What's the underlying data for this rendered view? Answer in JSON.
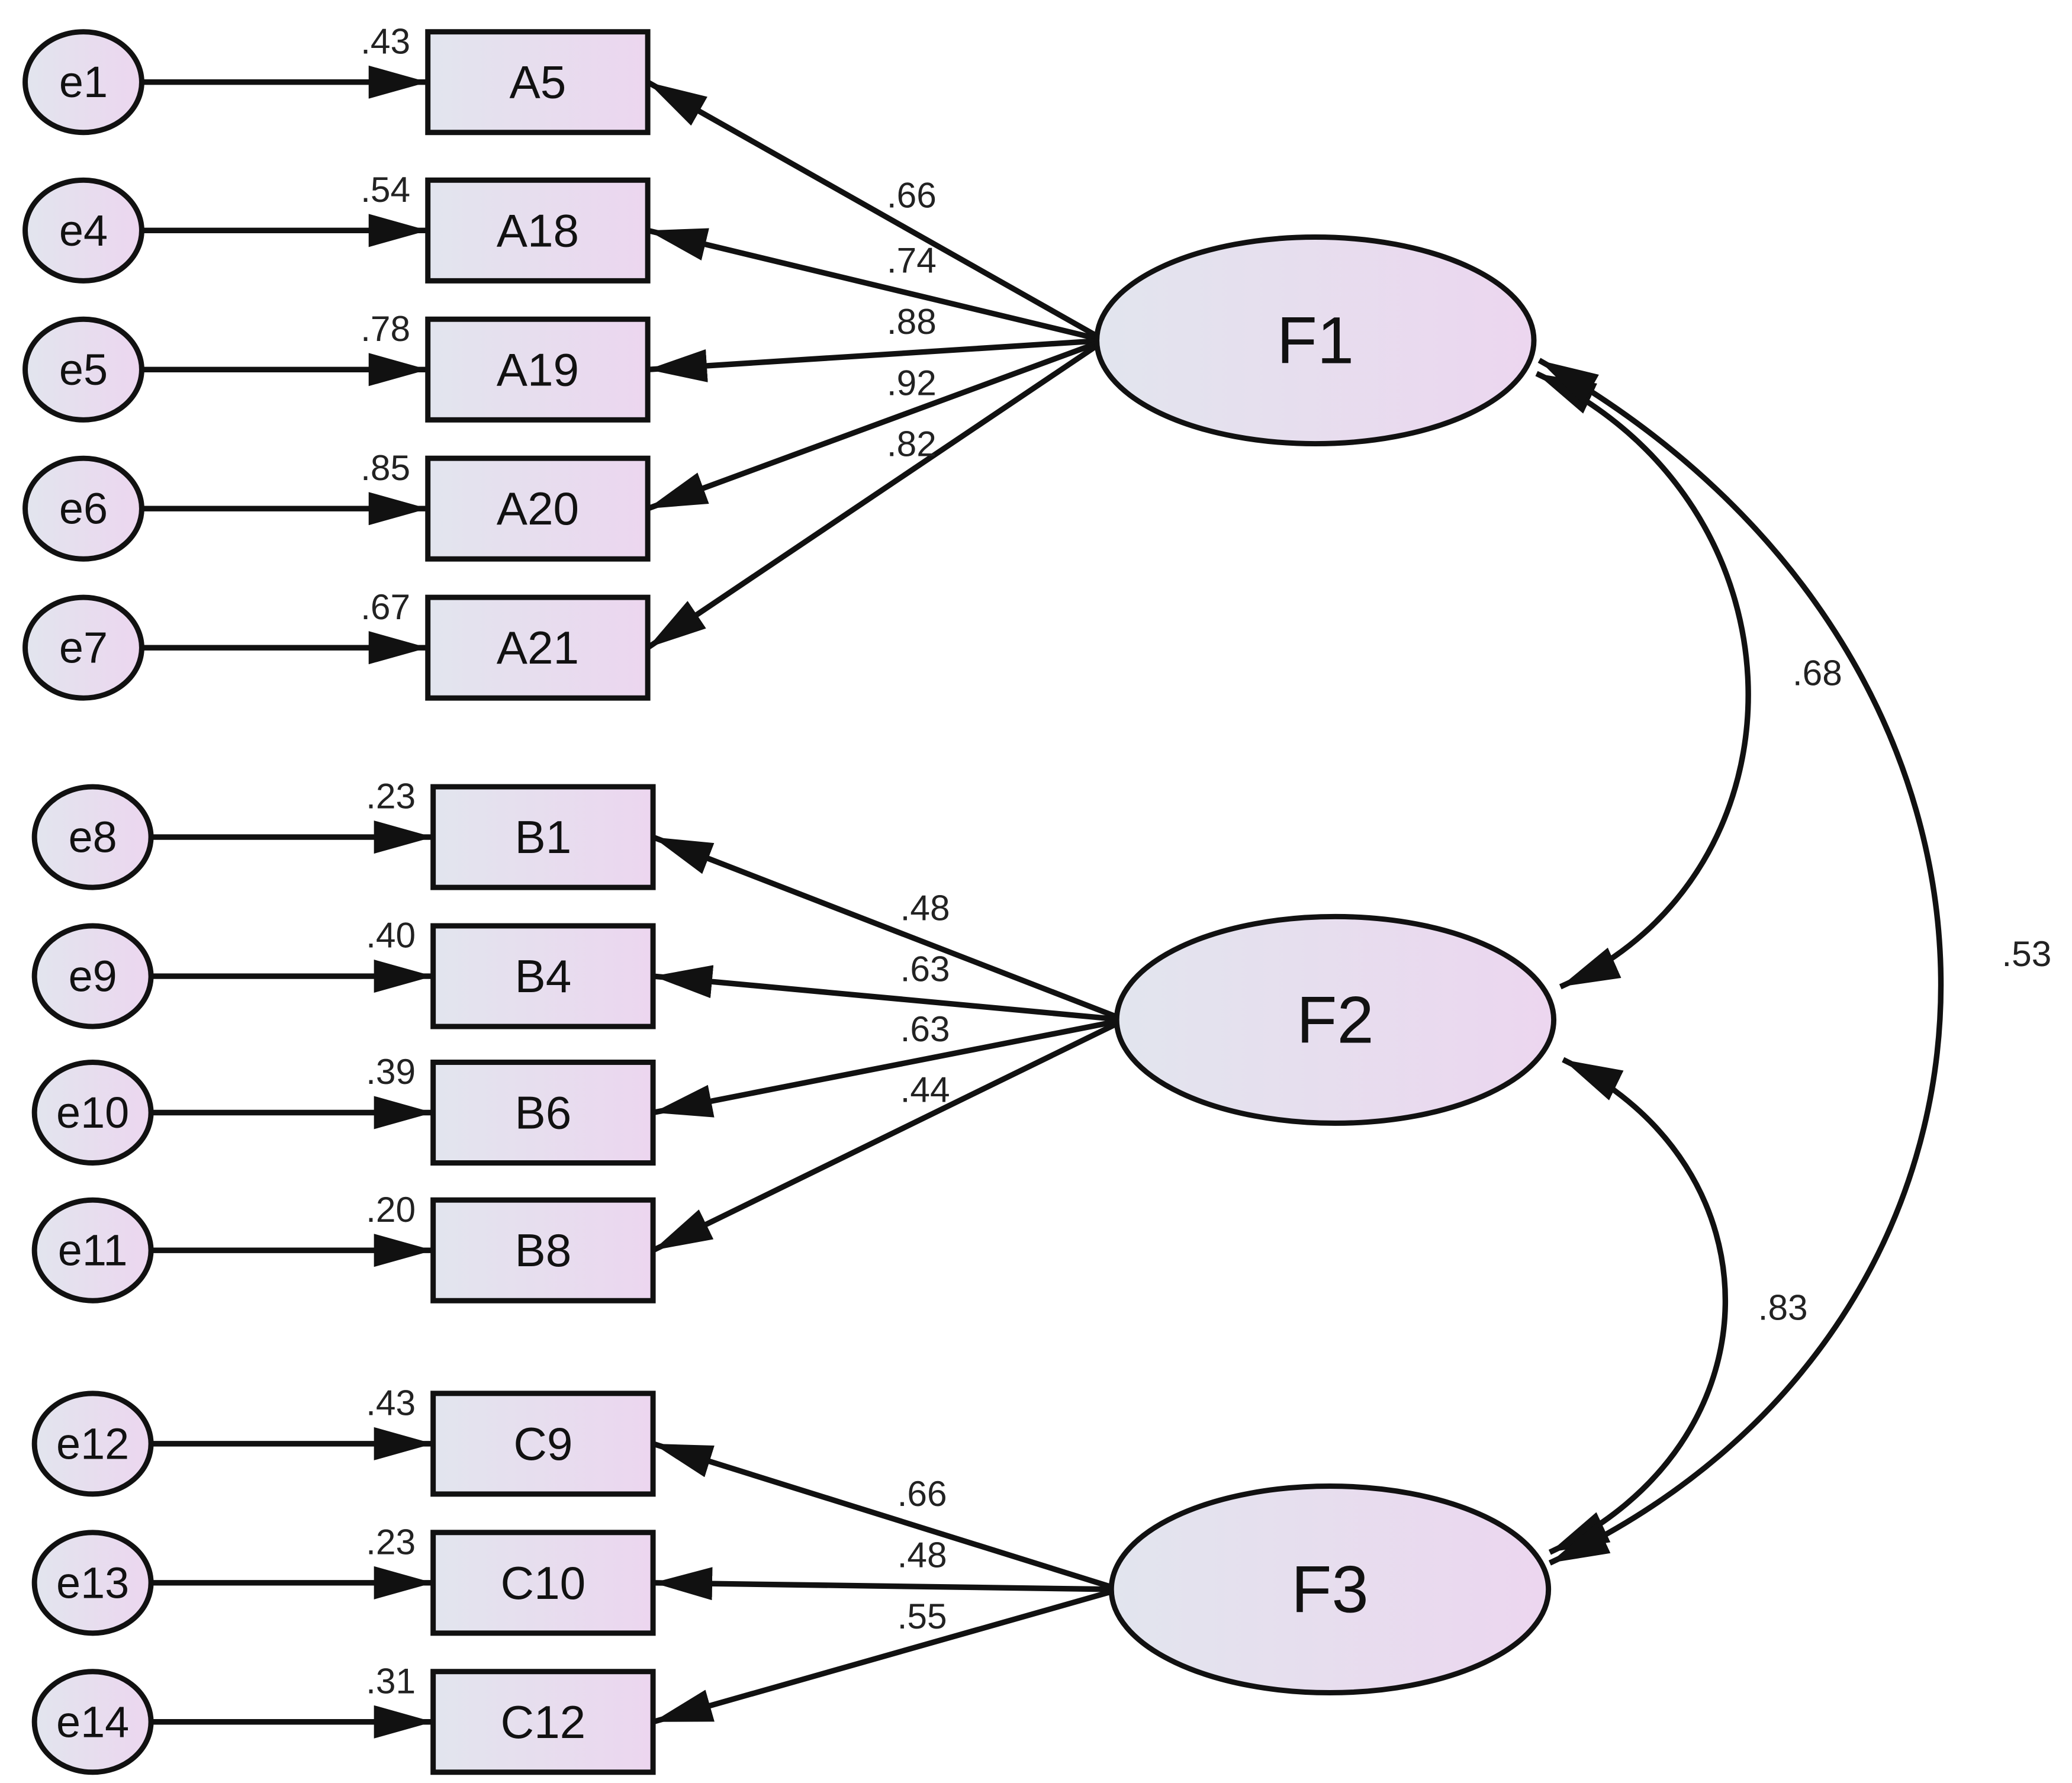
{
  "colors": {
    "stroke": "#111111",
    "fill_start": "#e2e5ee",
    "fill_end": "#ecd6ef",
    "text": "#111111"
  },
  "errors": [
    {
      "id": "e1",
      "label": "e1"
    },
    {
      "id": "e4",
      "label": "e4"
    },
    {
      "id": "e5",
      "label": "e5"
    },
    {
      "id": "e6",
      "label": "e6"
    },
    {
      "id": "e7",
      "label": "e7"
    },
    {
      "id": "e8",
      "label": "e8"
    },
    {
      "id": "e9",
      "label": "e9"
    },
    {
      "id": "e10",
      "label": "e10"
    },
    {
      "id": "e11",
      "label": "e11"
    },
    {
      "id": "e12",
      "label": "e12"
    },
    {
      "id": "e13",
      "label": "e13"
    },
    {
      "id": "e14",
      "label": "e14"
    }
  ],
  "items": [
    {
      "id": "A5",
      "label": "A5",
      "r2": ".43",
      "factor": "F1",
      "loading": ".66",
      "error": "e1"
    },
    {
      "id": "A18",
      "label": "A18",
      "r2": ".54",
      "factor": "F1",
      "loading": ".74",
      "error": "e4"
    },
    {
      "id": "A19",
      "label": "A19",
      "r2": ".78",
      "factor": "F1",
      "loading": ".88",
      "error": "e5"
    },
    {
      "id": "A20",
      "label": "A20",
      "r2": ".85",
      "factor": "F1",
      "loading": ".92",
      "error": "e6"
    },
    {
      "id": "A21",
      "label": "A21",
      "r2": ".67",
      "factor": "F1",
      "loading": ".82",
      "error": "e7"
    },
    {
      "id": "B1",
      "label": "B1",
      "r2": ".23",
      "factor": "F2",
      "loading": ".48",
      "error": "e8"
    },
    {
      "id": "B4",
      "label": "B4",
      "r2": ".40",
      "factor": "F2",
      "loading": ".63",
      "error": "e9"
    },
    {
      "id": "B6",
      "label": "B6",
      "r2": ".39",
      "factor": "F2",
      "loading": ".63",
      "error": "e10"
    },
    {
      "id": "B8",
      "label": "B8",
      "r2": ".20",
      "factor": "F2",
      "loading": ".44",
      "error": "e11"
    },
    {
      "id": "C9",
      "label": "C9",
      "r2": ".43",
      "factor": "F3",
      "loading": ".66",
      "error": "e12"
    },
    {
      "id": "C10",
      "label": "C10",
      "r2": ".23",
      "factor": "F3",
      "loading": ".48",
      "error": "e13"
    },
    {
      "id": "C12",
      "label": "C12",
      "r2": ".31",
      "factor": "F3",
      "loading": ".55",
      "error": "e14"
    }
  ],
  "factors": [
    {
      "id": "F1",
      "label": "F1"
    },
    {
      "id": "F2",
      "label": "F2"
    },
    {
      "id": "F3",
      "label": "F3"
    }
  ],
  "correlations": [
    {
      "from": "F1",
      "to": "F2",
      "value": ".68"
    },
    {
      "from": "F2",
      "to": "F3",
      "value": ".83"
    },
    {
      "from": "F1",
      "to": "F3",
      "value": ".53"
    }
  ]
}
